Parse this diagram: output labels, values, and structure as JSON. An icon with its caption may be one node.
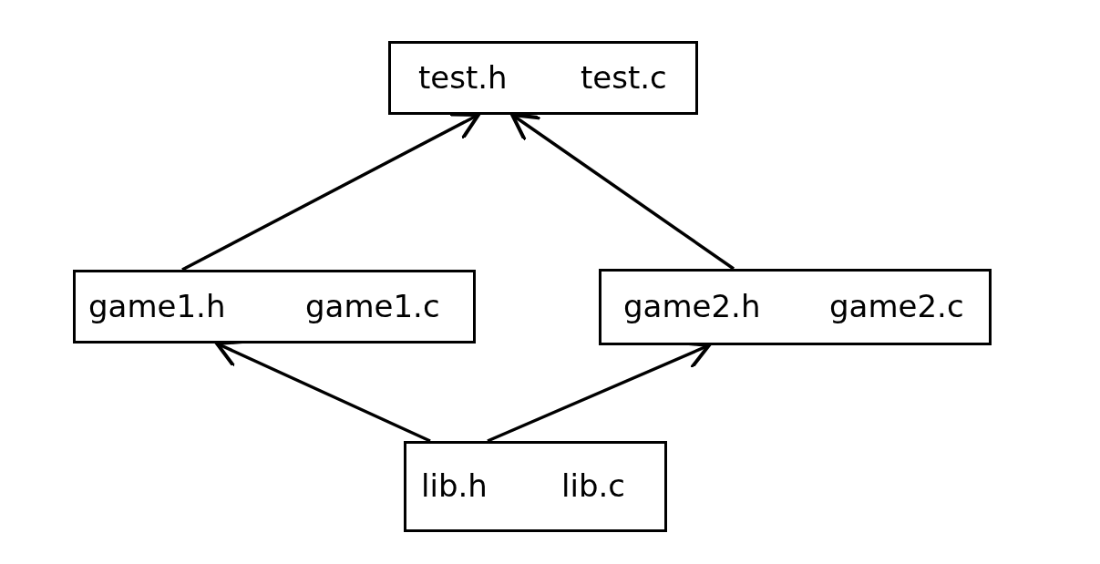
{
  "diagram": {
    "nodes": [
      {
        "text": [
          "test.h",
          "test.c"
        ]
      },
      {
        "text": [
          "game1.h",
          "game1.c"
        ]
      },
      {
        "text": [
          "game2.h",
          "game2.c"
        ]
      },
      {
        "text": [
          "lib.h",
          "lib.c"
        ]
      }
    ],
    "edges": [
      {
        "from": 1,
        "to": 0,
        "arrow": "to"
      },
      {
        "from": 2,
        "to": 0,
        "arrow": "to"
      },
      {
        "from": 3,
        "to": 1,
        "arrow": "to"
      },
      {
        "from": 3,
        "to": 2,
        "arrow": "to"
      }
    ]
  }
}
